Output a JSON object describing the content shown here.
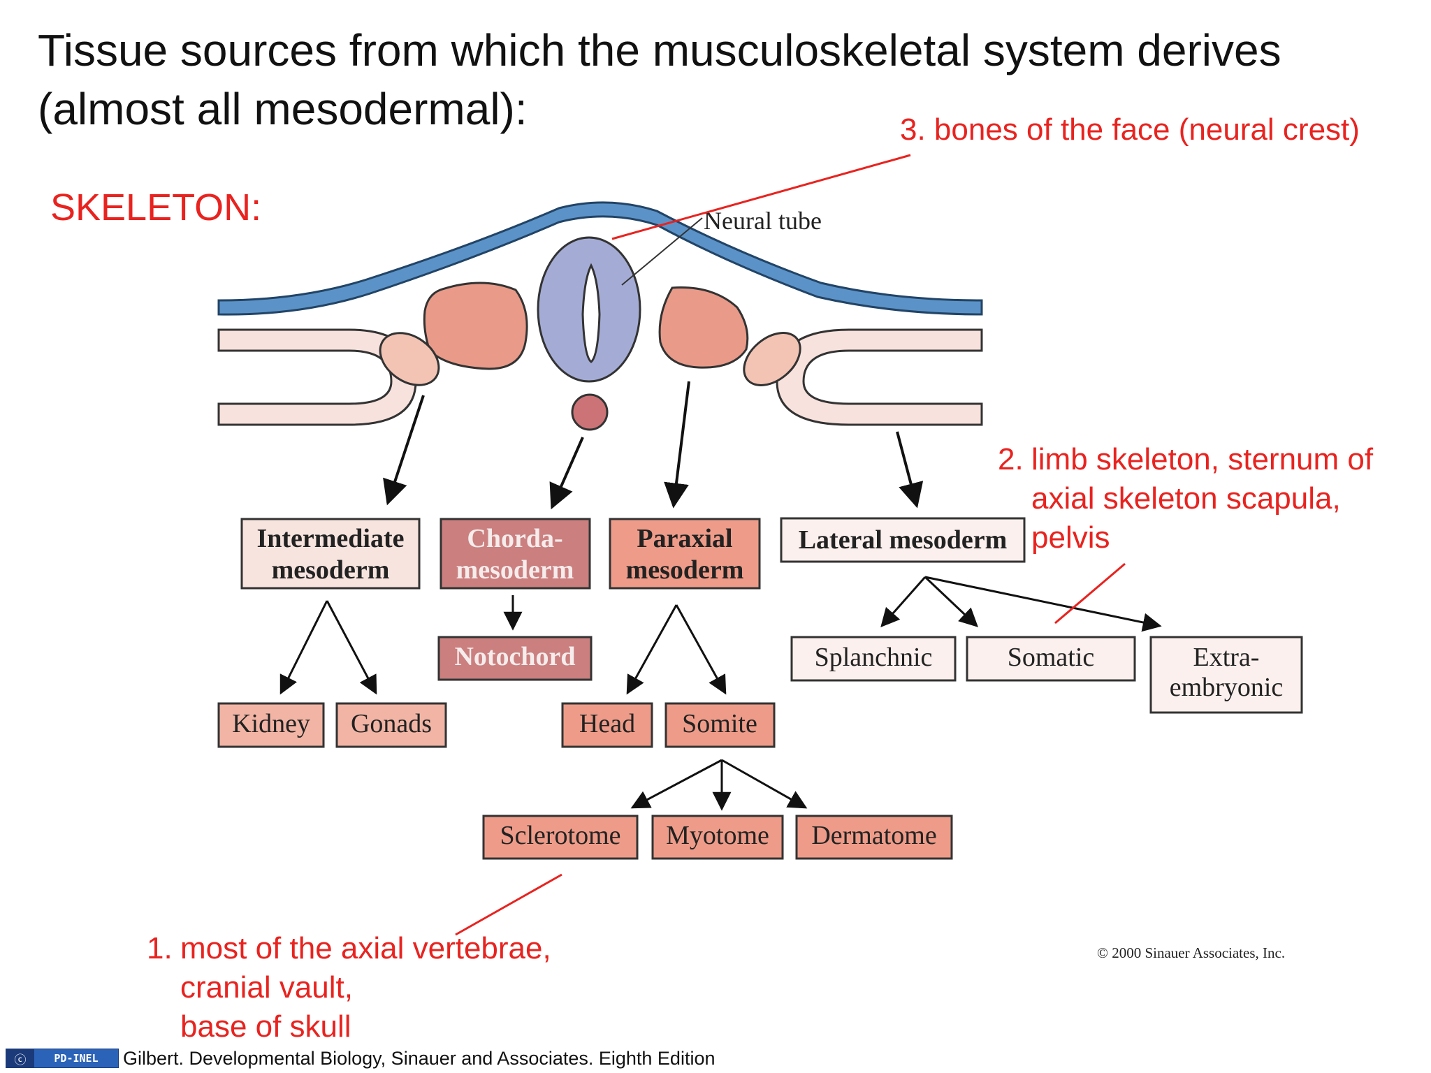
{
  "title": {
    "line1": "Tissue sources from which the musculoskeletal system derives",
    "line2": "(almost all mesodermal):"
  },
  "skeleton_label": "SKELETON:",
  "annotations": {
    "note3": {
      "text": "3. bones of the face (neural crest)"
    },
    "note2": {
      "number": "2.",
      "lines": [
        "limb skeleton, sternum of",
        "axial skeleton scapula,",
        "pelvis"
      ]
    },
    "note1": {
      "number": "1.",
      "lines": [
        "most of the axial vertebrae,",
        "cranial vault,",
        "base of skull"
      ]
    }
  },
  "diagram": {
    "neural_tube_label": "Neural tube",
    "boxes": {
      "intermediate": [
        "Intermediate",
        "mesoderm"
      ],
      "chorda": [
        "Chorda-",
        "mesoderm"
      ],
      "paraxial": [
        "Paraxial",
        "mesoderm"
      ],
      "lateral": "Lateral mesoderm",
      "kidney": "Kidney",
      "gonads": "Gonads",
      "notochord": "Notochord",
      "head": "Head",
      "somite": "Somite",
      "splanchnic": "Splanchnic",
      "somatic": "Somatic",
      "extra": [
        "Extra-",
        "embryonic"
      ],
      "sclerotome": "Sclerotome",
      "myotome": "Myotome",
      "dermatome": "Dermatome"
    },
    "colors": {
      "ectoderm": "#5b93c8",
      "endoderm": "#f8e2dd",
      "somite_mass": "#e99a88",
      "lateral_plate": "#f3c4b4",
      "neural_tube": "#a4acd6",
      "notochord_dot": "#cc7377",
      "box_light": "#f8e4df",
      "box_mid": "#f2b5a5",
      "box_salmon": "#ee9c89",
      "box_rose": "#cb7f7f",
      "annotation_red": "#e8231f"
    }
  },
  "copyright": "© 2000 Sinauer Associates, Inc.",
  "footer": {
    "badge_icon": "cc-icon",
    "badge_glyph": "ⓒ",
    "badge_text": "PD-INEL",
    "citation": "Gilbert. Developmental Biology, Sinauer and Associates. Eighth Edition"
  }
}
